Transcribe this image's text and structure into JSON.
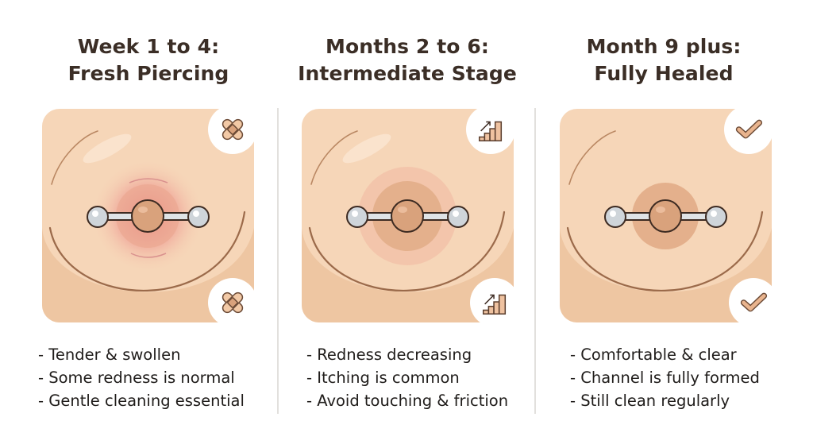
{
  "stages": [
    {
      "title_line1": "Week 1 to 4:",
      "title_line2": "Fresh Piercing",
      "badge_icon": "bandage-icon",
      "redness": "high",
      "notes": [
        "Tender & swollen",
        "Some redness is normal",
        "Gentle cleaning essential"
      ]
    },
    {
      "title_line1": "Months 2 to 6:",
      "title_line2": "Intermediate Stage",
      "badge_icon": "progress-chart-icon",
      "redness": "medium",
      "notes": [
        "Redness decreasing",
        "Itching is common",
        "Avoid touching & friction"
      ]
    },
    {
      "title_line1": "Month 9 plus:",
      "title_line2": "Fully Healed",
      "badge_icon": "checkmark-icon",
      "redness": "none",
      "notes": [
        "Comfortable & clear",
        "Channel is fully formed",
        "Still clean regularly"
      ]
    }
  ],
  "colors": {
    "skin": "#f6d6b8",
    "skin_shadow": "#eec6a2",
    "areola": "#e4b08c",
    "nipple": "#d9a27c",
    "redness": "#e88a84",
    "outline": "#7a4f35",
    "title_text": "#3b2e26",
    "body_text": "#1f1c1a",
    "divider": "#e2e0dd"
  }
}
